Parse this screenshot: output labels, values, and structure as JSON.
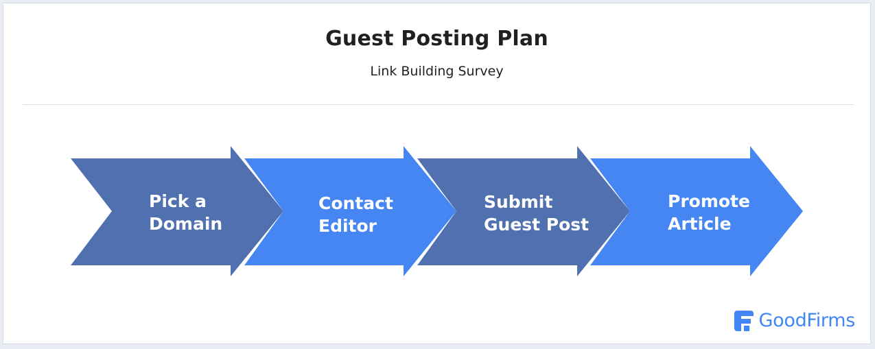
{
  "header": {
    "title": "Guest Posting Plan",
    "subtitle": "Link Building Survey"
  },
  "steps": [
    {
      "lines": [
        "Pick a",
        "Domain"
      ],
      "color": "#5070b0"
    },
    {
      "lines": [
        "Contact",
        "Editor"
      ],
      "color": "#4586f2"
    },
    {
      "lines": [
        "Submit",
        "Guest Post"
      ],
      "color": "#5070b0"
    },
    {
      "lines": [
        "Promote",
        "Article"
      ],
      "color": "#4586f2"
    }
  ],
  "brand": {
    "name": "GoodFirms",
    "color": "#4285f4",
    "icon": "goodfirms-logo-icon"
  }
}
